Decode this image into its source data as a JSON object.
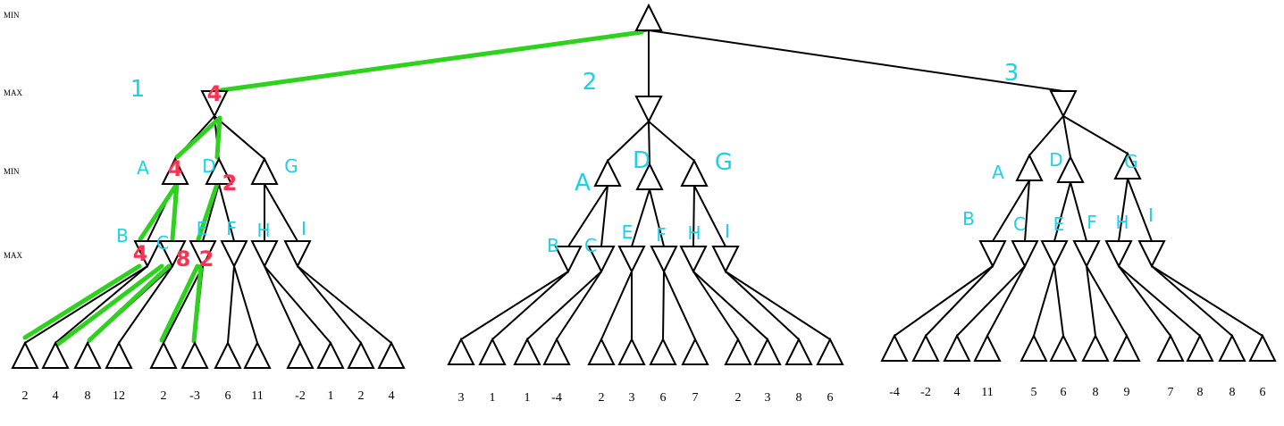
{
  "levels": [
    "MIN",
    "MAX",
    "MIN",
    "MAX"
  ],
  "subtrees": [
    {
      "label": "1",
      "max_value": "4",
      "children": [
        {
          "label": "A",
          "min_value": "4",
          "sub": [
            "B",
            "C"
          ],
          "max_values": [
            "4",
            "8"
          ]
        },
        {
          "label": "D",
          "min_value": "2",
          "sub": [
            "E",
            "F"
          ],
          "max_values": [
            "2"
          ]
        },
        {
          "label": "G",
          "sub": [
            "H",
            "I"
          ]
        }
      ],
      "leaves": [
        "2",
        "4",
        "8",
        "12",
        "2",
        "-3",
        "6",
        "11",
        "-2",
        "1",
        "2",
        "4"
      ]
    },
    {
      "label": "2",
      "children": [
        {
          "label": "A",
          "sub": [
            "B",
            "C"
          ]
        },
        {
          "label": "D",
          "sub": [
            "E",
            "F"
          ]
        },
        {
          "label": "G",
          "sub": [
            "H",
            "I"
          ]
        }
      ],
      "leaves": [
        "3",
        "1",
        "1",
        "-4",
        "2",
        "3",
        "6",
        "7",
        "2",
        "3",
        "8",
        "6"
      ]
    },
    {
      "label": "3",
      "children": [
        {
          "label": "A",
          "sub": [
            "B",
            "C"
          ]
        },
        {
          "label": "D",
          "sub": [
            "E",
            "F"
          ]
        },
        {
          "label": "G",
          "sub": [
            "H",
            "I"
          ]
        }
      ],
      "leaves": [
        "-4",
        "-2",
        "4",
        "11",
        "5",
        "6",
        "8",
        "9",
        "7",
        "8",
        "8",
        "6"
      ]
    }
  ]
}
